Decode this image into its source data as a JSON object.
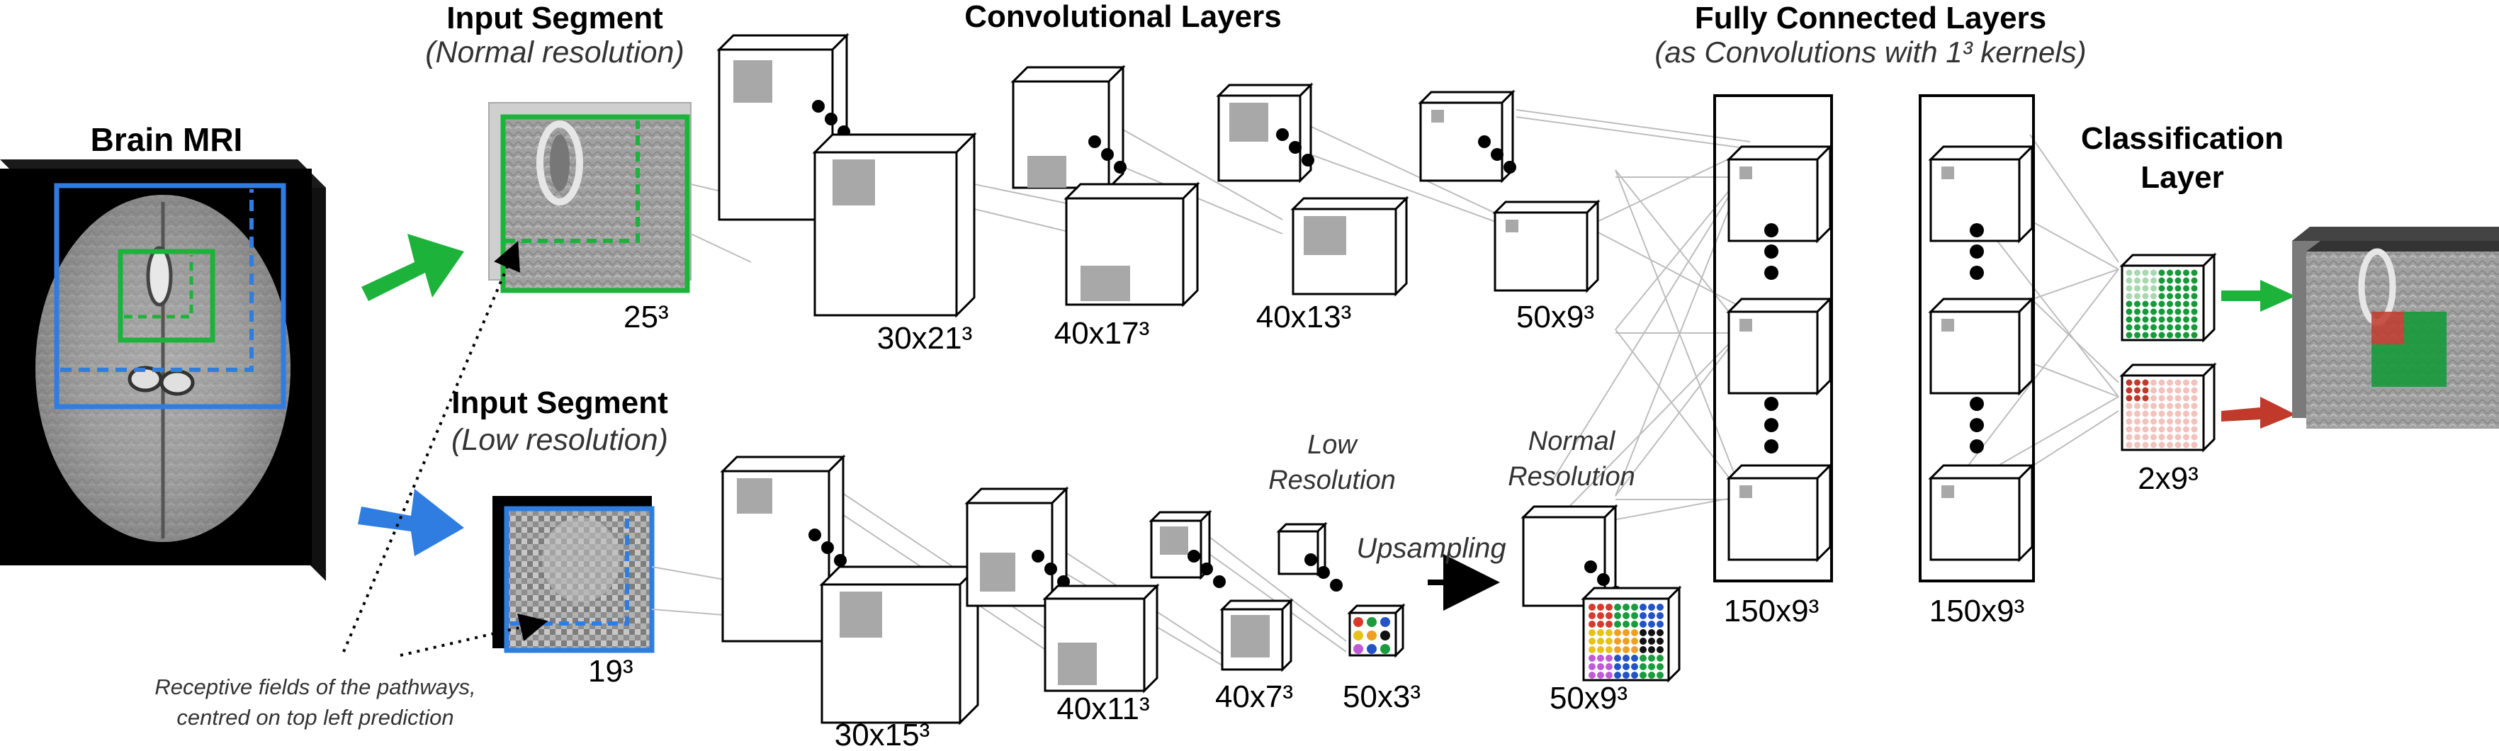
{
  "title_brain": "Brain MRI",
  "input_normal": {
    "title": "Input Segment",
    "subtitle": "(Normal resolution)",
    "size": "25³"
  },
  "input_low": {
    "title": "Input Segment",
    "subtitle": "(Low resolution)",
    "size": "19³"
  },
  "conv_title": "Convolutional Layers",
  "fc_title": "Fully Connected Layers",
  "fc_subtitle": "(as Convolutions with 1³ kernels)",
  "classification_title_line1": "Classification",
  "classification_title_line2": "Layer",
  "top_path_sizes": [
    "30x21³",
    "40x17³",
    "40x13³",
    "50x9³"
  ],
  "low_path_sizes": [
    "30x15³",
    "40x11³",
    "40x7³",
    "50x3³"
  ],
  "low_resolution_label_line1": "Low",
  "low_resolution_label_line2": "Resolution",
  "normal_resolution_label_line1": "Normal",
  "normal_resolution_label_line2": "Resolution",
  "upsampling_label": "Upsampling",
  "upsampled_size": "50x9³",
  "fc_sizes": [
    "150x9³",
    "150x9³"
  ],
  "class_size": "2x9³",
  "receptive_note_line1": "Receptive fields of the pathways,",
  "receptive_note_line2": "centred on top left prediction",
  "colors": {
    "normal_path": "#1db33b",
    "low_path": "#2f7de1",
    "prediction_green": "#17993a",
    "prediction_red": "#c0392b",
    "patch_gray": "#a8a8a8"
  }
}
